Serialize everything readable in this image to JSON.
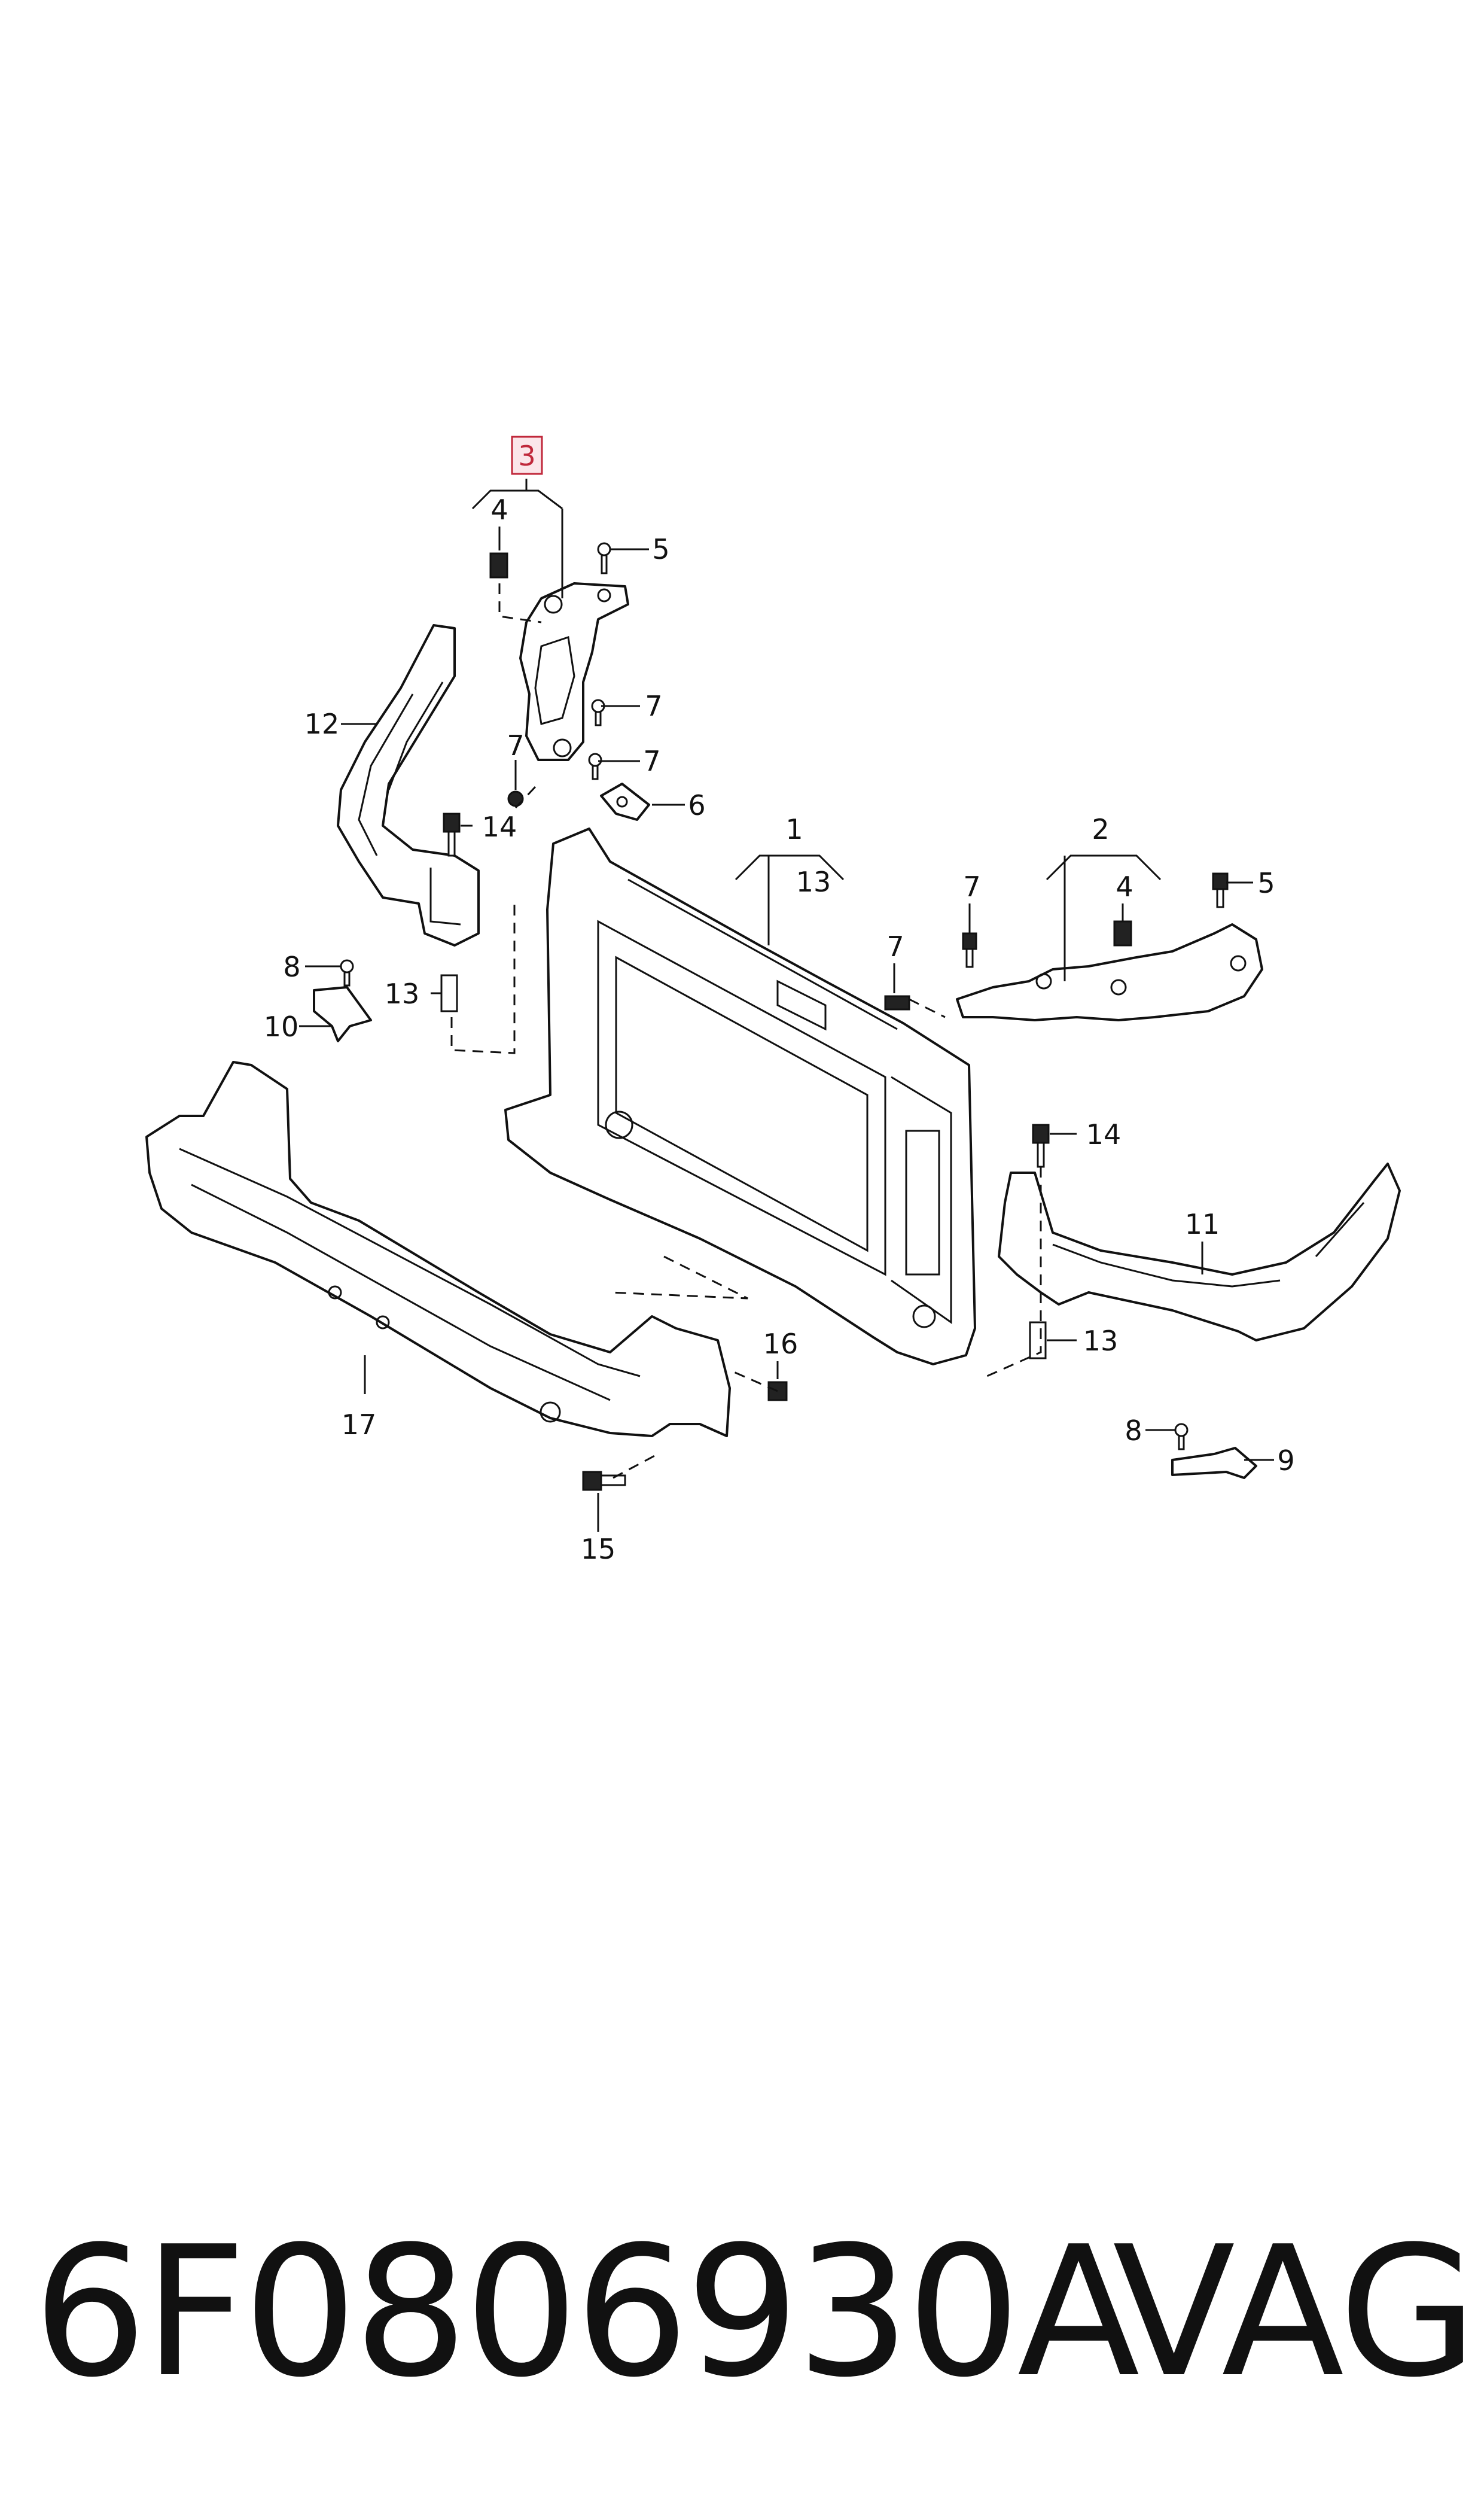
{
  "diagram": {
    "highlight_color": "#c0283b",
    "callouts": [
      {
        "id": "c3",
        "label": "3",
        "highlighted": true
      },
      {
        "id": "c4a",
        "label": "4"
      },
      {
        "id": "c5a",
        "label": "5"
      },
      {
        "id": "c7a",
        "label": "7"
      },
      {
        "id": "c7b",
        "label": "7"
      },
      {
        "id": "c7c",
        "label": "7"
      },
      {
        "id": "c6",
        "label": "6"
      },
      {
        "id": "c12",
        "label": "12"
      },
      {
        "id": "c14a",
        "label": "14"
      },
      {
        "id": "c1",
        "label": "1"
      },
      {
        "id": "c13a",
        "label": "13"
      },
      {
        "id": "c2",
        "label": "2"
      },
      {
        "id": "c7d",
        "label": "7"
      },
      {
        "id": "c4b",
        "label": "4"
      },
      {
        "id": "c5b",
        "label": "5"
      },
      {
        "id": "c7e",
        "label": "7"
      },
      {
        "id": "c8a",
        "label": "8"
      },
      {
        "id": "c13b",
        "label": "13"
      },
      {
        "id": "c10",
        "label": "10"
      },
      {
        "id": "c14b",
        "label": "14"
      },
      {
        "id": "c11",
        "label": "11"
      },
      {
        "id": "c16",
        "label": "16"
      },
      {
        "id": "c13c",
        "label": "13"
      },
      {
        "id": "c17",
        "label": "17"
      },
      {
        "id": "c8b",
        "label": "8"
      },
      {
        "id": "c9",
        "label": "9"
      },
      {
        "id": "c15",
        "label": "15"
      }
    ]
  },
  "footer": {
    "part_number": "6F0806930A",
    "brand": "VAG"
  }
}
